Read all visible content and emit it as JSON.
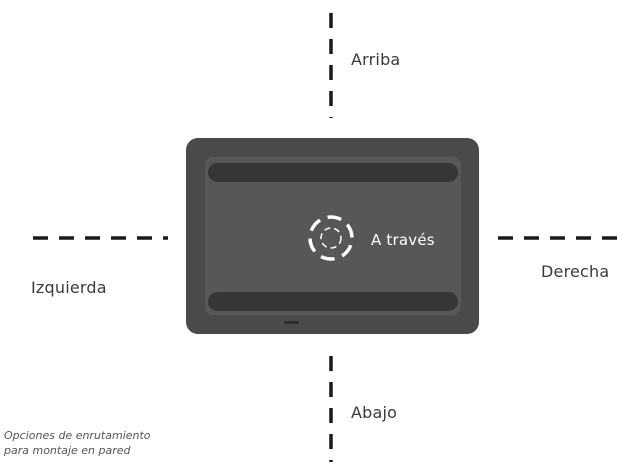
{
  "labels": {
    "up": "Arriba",
    "down": "Abajo",
    "left": "Izquierda",
    "right": "Derecha",
    "through": "A través"
  },
  "caption": {
    "line1": "Opciones de enrutamiento",
    "line2": "para montaje en pared"
  },
  "colors": {
    "device_body": "#4a4a4a",
    "device_panel": "#555555",
    "device_rail": "#363636",
    "guide_dash": "#1a1a1a",
    "through_icon": "#ffffff"
  }
}
